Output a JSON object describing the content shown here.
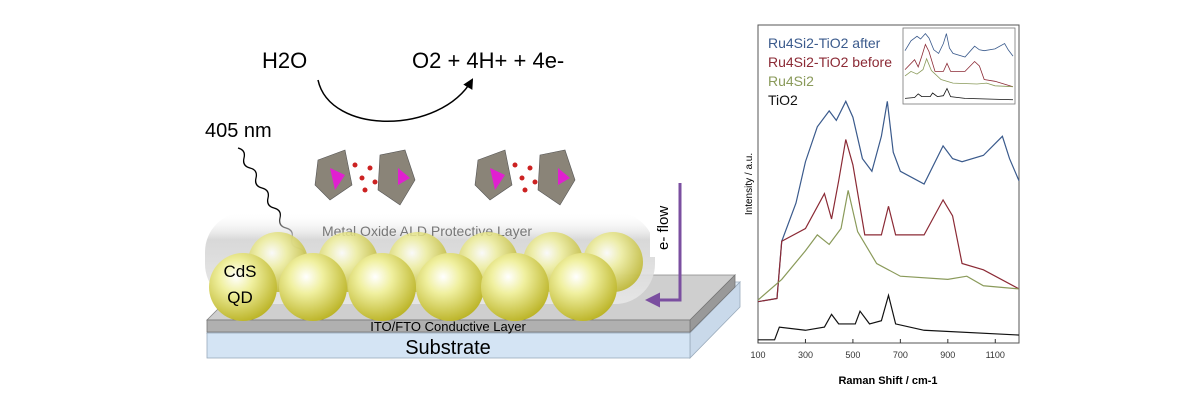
{
  "diagram": {
    "reactant": "H2O",
    "products": "O2 + 4H+ + 4e-",
    "wavelength": "405 nm",
    "protective_layer": "Metal Oxide ALD Protective Layer",
    "qd_label_1": "CdS",
    "qd_label_2": "QD",
    "conductive_layer": "ITO/FTO Conductive Layer",
    "substrate": "Substrate",
    "electron_flow": "e- flow",
    "colors": {
      "flow_arrow": "#7b4fa0",
      "qd": "#e8e870",
      "substrate": "#d8e8f6",
      "ito": "#b8b8b8",
      "molecule": "#8a8478",
      "ru": "#e020d0",
      "oxygen": "#cc2020"
    }
  },
  "chart_data": {
    "type": "line",
    "xlabel": "Raman Shift / cm-1",
    "ylabel": "Intensity / a.u.",
    "xlim": [
      100,
      1200
    ],
    "ylim": [
      0,
      100
    ],
    "xticks": [
      100,
      300,
      500,
      700,
      900,
      1100
    ],
    "legend_position": "top-left",
    "series": [
      {
        "name": "Ru4Si2-TiO2 after",
        "color": "#3a5a8c",
        "points": [
          [
            100,
            13
          ],
          [
            180,
            14
          ],
          [
            200,
            32
          ],
          [
            260,
            44
          ],
          [
            300,
            57
          ],
          [
            350,
            68
          ],
          [
            400,
            73
          ],
          [
            430,
            70
          ],
          [
            470,
            76
          ],
          [
            500,
            71
          ],
          [
            540,
            58
          ],
          [
            580,
            54
          ],
          [
            620,
            65
          ],
          [
            645,
            76
          ],
          [
            670,
            60
          ],
          [
            700,
            54
          ],
          [
            800,
            50
          ],
          [
            880,
            62
          ],
          [
            920,
            58
          ],
          [
            960,
            57
          ],
          [
            1050,
            59
          ],
          [
            1130,
            65
          ],
          [
            1160,
            58
          ],
          [
            1200,
            51
          ]
        ]
      },
      {
        "name": "Ru4Si2-TiO2 before",
        "color": "#8b2a35",
        "points": [
          [
            100,
            13
          ],
          [
            180,
            14
          ],
          [
            200,
            32
          ],
          [
            300,
            36
          ],
          [
            380,
            47
          ],
          [
            410,
            39
          ],
          [
            440,
            51
          ],
          [
            470,
            64
          ],
          [
            500,
            56
          ],
          [
            550,
            34
          ],
          [
            620,
            34
          ],
          [
            650,
            43
          ],
          [
            680,
            34
          ],
          [
            800,
            34
          ],
          [
            880,
            45
          ],
          [
            920,
            40
          ],
          [
            960,
            25
          ],
          [
            1050,
            23
          ],
          [
            1200,
            17
          ]
        ]
      },
      {
        "name": "Ru4Si2",
        "color": "#8a9a5a",
        "points": [
          [
            100,
            13.5
          ],
          [
            200,
            20
          ],
          [
            300,
            29
          ],
          [
            350,
            34
          ],
          [
            400,
            31
          ],
          [
            450,
            36
          ],
          [
            480,
            48
          ],
          [
            520,
            35
          ],
          [
            600,
            25
          ],
          [
            700,
            21
          ],
          [
            900,
            20
          ],
          [
            980,
            21
          ],
          [
            1050,
            18
          ],
          [
            1200,
            17
          ]
        ]
      },
      {
        "name": "TiO2",
        "color": "#111111",
        "points": [
          [
            100,
            1
          ],
          [
            170,
            1
          ],
          [
            190,
            5
          ],
          [
            300,
            4
          ],
          [
            380,
            5
          ],
          [
            410,
            9
          ],
          [
            440,
            6
          ],
          [
            510,
            6
          ],
          [
            530,
            10
          ],
          [
            570,
            6
          ],
          [
            620,
            7
          ],
          [
            650,
            15
          ],
          [
            680,
            6
          ],
          [
            800,
            4
          ],
          [
            1200,
            2.5
          ]
        ]
      }
    ]
  }
}
